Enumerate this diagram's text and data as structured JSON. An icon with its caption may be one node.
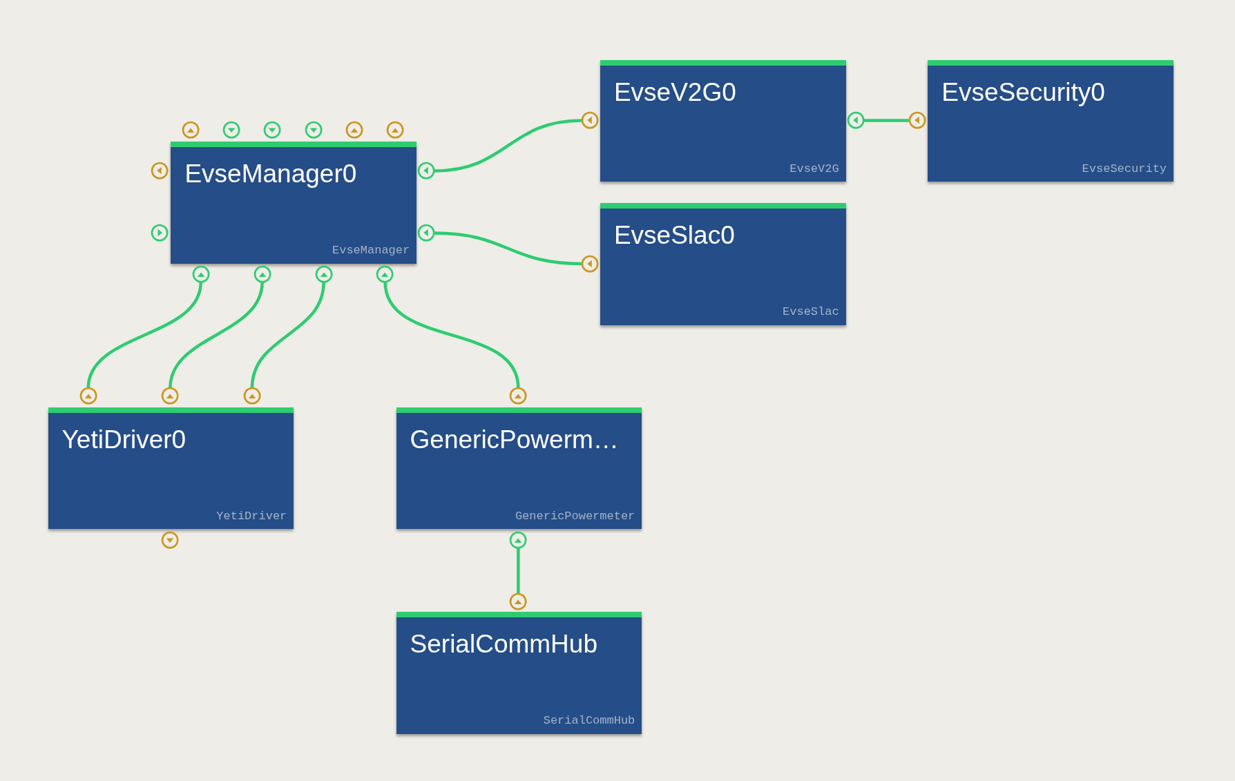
{
  "diagram": {
    "nodes": [
      {
        "text": [
          "EvseManager0",
          "EvseManager"
        ]
      },
      {
        "text": [],
        "shape": "circle"
      },
      {
        "text": [],
        "shape": "circle"
      },
      {
        "text": [],
        "shape": "circle"
      },
      {
        "text": [],
        "shape": "circle"
      },
      {
        "text": [],
        "shape": "circle"
      },
      {
        "text": [],
        "shape": "circle"
      },
      {
        "text": [],
        "shape": "circle"
      },
      {
        "text": [],
        "shape": "circle"
      },
      {
        "text": [],
        "shape": "circle"
      },
      {
        "text": [],
        "shape": "circle"
      },
      {
        "text": [],
        "shape": "circle"
      },
      {
        "text": [],
        "shape": "circle"
      },
      {
        "text": [],
        "shape": "circle"
      },
      {
        "text": [],
        "shape": "circle"
      },
      {
        "text": [
          "EvseV2G0",
          "EvseV2G"
        ]
      },
      {
        "text": [],
        "shape": "circle"
      },
      {
        "text": [],
        "shape": "circle"
      },
      {
        "text": [
          "EvseSecurity0",
          "EvseSecurity"
        ]
      },
      {
        "text": [],
        "shape": "circle"
      },
      {
        "text": [
          "EvseSlac0",
          "EvseSlac"
        ]
      },
      {
        "text": [],
        "shape": "circle"
      },
      {
        "text": [
          "YetiDriver0",
          "YetiDriver"
        ]
      },
      {
        "text": [],
        "shape": "circle"
      },
      {
        "text": [],
        "shape": "circle"
      },
      {
        "text": [],
        "shape": "circle"
      },
      {
        "text": [],
        "shape": "circle"
      },
      {
        "text": [
          "GenericPowerm…",
          "GenericPowermeter"
        ]
      },
      {
        "text": [],
        "shape": "circle"
      },
      {
        "text": [],
        "shape": "circle"
      },
      {
        "text": [
          "SerialCommHub",
          "SerialCommHub"
        ]
      },
      {
        "text": [],
        "shape": "circle"
      }
    ],
    "edges": [
      {
        "from": 9,
        "to": 16,
        "arrow": "none"
      },
      {
        "from": 17,
        "to": 19,
        "arrow": "none"
      },
      {
        "from": 10,
        "to": 21,
        "arrow": "none"
      },
      {
        "from": 11,
        "to": 23,
        "arrow": "none"
      },
      {
        "from": 12,
        "to": 24,
        "arrow": "none"
      },
      {
        "from": 13,
        "to": 25,
        "arrow": "none"
      },
      {
        "from": 14,
        "to": 28,
        "arrow": "none"
      },
      {
        "from": 29,
        "to": 31,
        "arrow": "none"
      }
    ]
  }
}
